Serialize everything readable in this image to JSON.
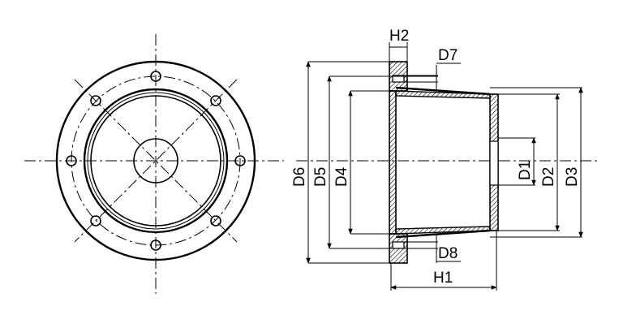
{
  "labels": {
    "h2": "H2",
    "d7": "D7",
    "d6": "D6",
    "d5": "D5",
    "d4": "D4",
    "d1": "D1",
    "d2": "D2",
    "d3": "D3",
    "d8": "D8",
    "h1": "H1"
  }
}
